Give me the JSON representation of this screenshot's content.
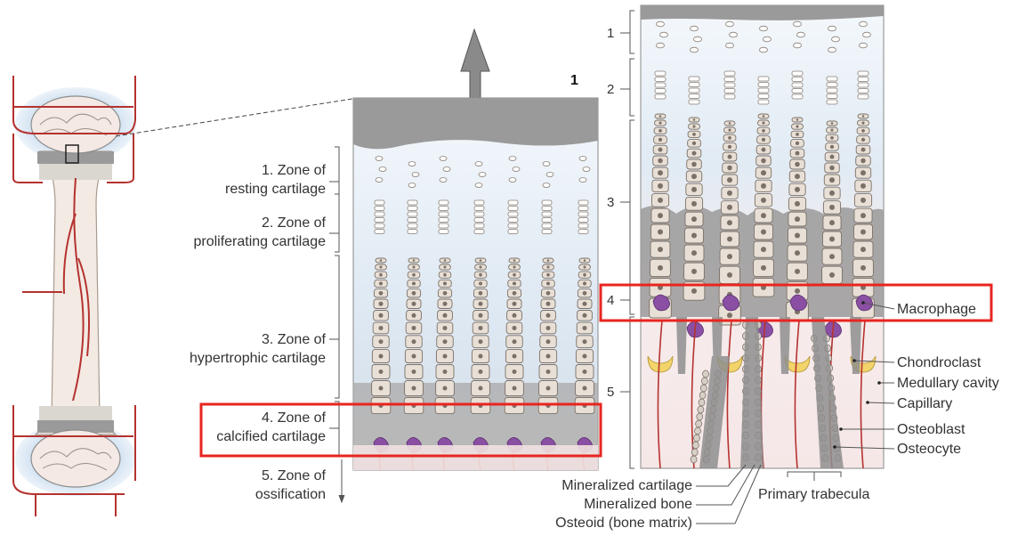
{
  "zones": {
    "z1_line1": "1. Zone of",
    "z1_line2": "resting cartilage",
    "z2_line1": "2. Zone of",
    "z2_line2": "proliferating cartilage",
    "z3_line1": "3. Zone of",
    "z3_line2": "hypertrophic cartilage",
    "z4_line1": "4. Zone of",
    "z4_line2": "calcified cartilage",
    "z5_line1": "5. Zone of",
    "z5_line2": "ossification"
  },
  "panel_number": "1",
  "detail_numbers": [
    "1",
    "2",
    "3",
    "4",
    "5"
  ],
  "right_labels": {
    "macrophage": "Macrophage",
    "chondroclast": "Chondroclast",
    "medullary_cavity": "Medullary cavity",
    "capillary": "Capillary",
    "osteoblast": "Osteoblast",
    "osteocyte": "Osteocyte"
  },
  "bottom_labels": {
    "mineralized_cartilage": "Mineralized cartilage",
    "mineralized_bone": "Mineralized bone",
    "osteoid": "Osteoid (bone matrix)",
    "primary_trabecula": "Primary trabecula"
  },
  "colors": {
    "highlight": "#e8251f",
    "vessel": "#b5322f",
    "cartilage_blue": "#dfe9f3",
    "cell": "#e8e0d6",
    "macrophage": "#8a4fa2",
    "chondroclast": "#f2d46b",
    "matrix_gray": "#8f8f8f"
  }
}
